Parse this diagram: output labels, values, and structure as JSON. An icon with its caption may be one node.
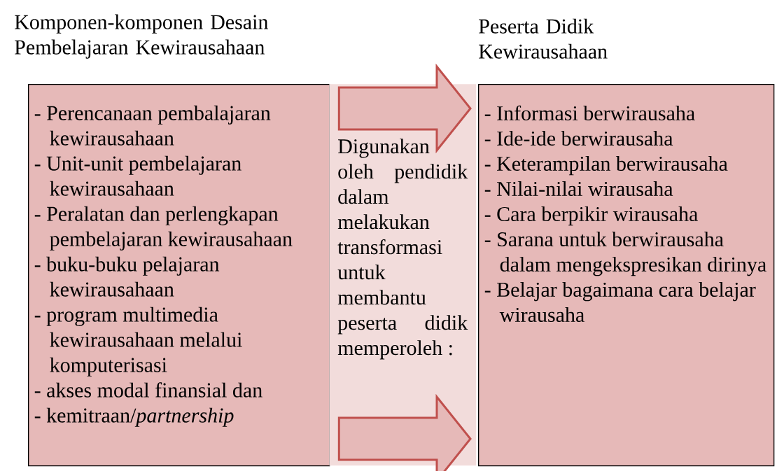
{
  "diagram": {
    "nodes": [
      {
        "text": [
          "Komponen-komponen Desain Pembelajaran Kewirausahaan",
          "- Perencanaan pembalajaran kewirausahaan",
          "- Unit-unit pembelajaran kewirausahaan",
          "- Peralatan dan perlengkapan pembelajaran kewirausahaan",
          "- buku-buku pelajaran kewirausahaan",
          "- program multimedia kewirausahaan melalui komputerisasi",
          "- akses modal finansial dan",
          "- kemitraan/*partnership*"
        ]
      },
      {
        "text": [
          "Digunakan oleh pendidik dalam melakukan transformasi untuk membantu peserta didik memperoleh :"
        ]
      },
      {
        "text": [
          "Peserta Didik Kewirausahaan",
          "- Informasi berwirausaha",
          "- Ide-ide berwirausaha",
          "- Keterampilan berwirausaha",
          "- Nilai-nilai wirausaha",
          "- Cara berpikir wirausaha",
          "- Sarana untuk berwirausaha dalam mengekspresikan dirinya",
          "- Belajar bagaimana cara belajar wirausaha"
        ]
      }
    ],
    "edges": [
      {
        "from": 0,
        "to": 2,
        "arrow": "to"
      },
      {
        "from": 0,
        "to": 2,
        "arrow": "to"
      }
    ]
  }
}
